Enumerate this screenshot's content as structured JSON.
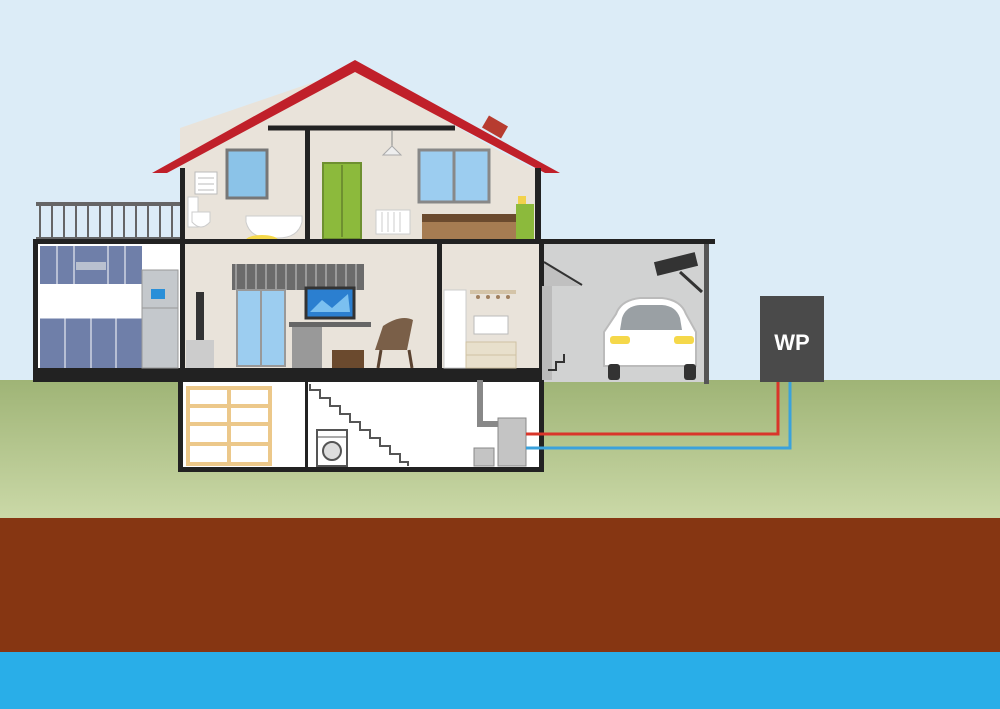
{
  "heat_pump": {
    "label": "WP"
  },
  "colors": {
    "sky": "#dcecf7",
    "grass_top": "#a3b87a",
    "grass_bottom": "#c8d7a6",
    "soil": "#8a3a14",
    "groundwater": "#29aee8",
    "roof": "#c0202a",
    "wall": "#e6e0d6",
    "outline": "#222222",
    "pipe_hot": "#d9352a",
    "pipe_cold": "#3aa2dc",
    "heat_pump_unit": "#4a4a4a"
  },
  "rooms": [
    "bathroom",
    "bedroom",
    "kitchen",
    "living-room",
    "hallway",
    "garage",
    "storage-cellar",
    "utility-cellar"
  ]
}
